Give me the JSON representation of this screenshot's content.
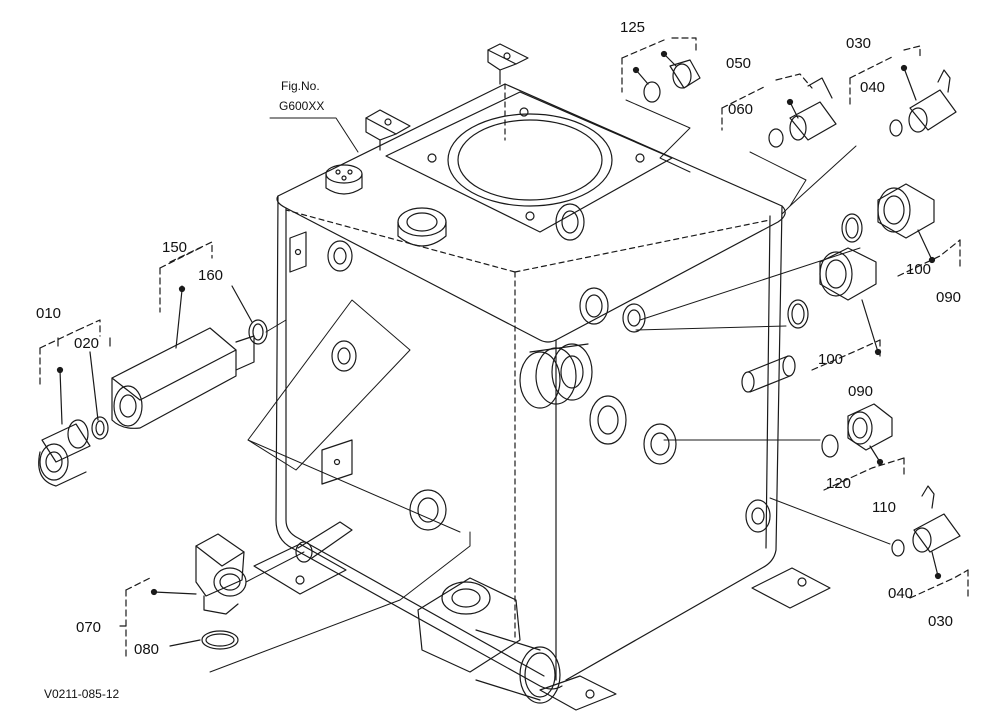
{
  "figure_ref": {
    "line1": "Fig.No.",
    "line2": "G600XX"
  },
  "drawing_code": "V0211-085-12",
  "callouts": {
    "p010": "010",
    "p020": "020",
    "p030a": "030",
    "p030b": "030",
    "p040a": "040",
    "p040b": "040",
    "p050": "050",
    "p060": "060",
    "p070": "070",
    "p080": "080",
    "p090a": "090",
    "p090b": "090",
    "p100a": "100",
    "p100b": "100",
    "p110": "110",
    "p120": "120",
    "p125": "125",
    "p150": "150",
    "p160": "160"
  },
  "colors": {
    "line": "#1a1a1a",
    "background": "#ffffff"
  }
}
